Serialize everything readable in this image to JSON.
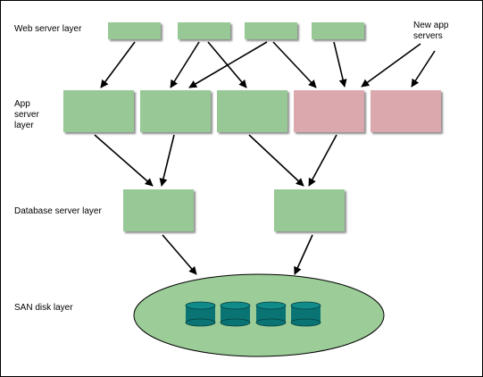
{
  "diagram": {
    "layers": {
      "web": "Web server layer",
      "app": "App\nserver\nlayer",
      "database": "Database server layer",
      "san": "SAN disk layer"
    },
    "annotation": "New app\nservers",
    "colors": {
      "existing_server": "#98c896",
      "new_server": "#dba8ad",
      "san_disk": "#9ccc98",
      "disk": "#0a7474"
    },
    "counts": {
      "web_servers": 4,
      "app_servers_existing": 3,
      "app_servers_new": 2,
      "db_servers": 2,
      "disks": 4
    }
  }
}
